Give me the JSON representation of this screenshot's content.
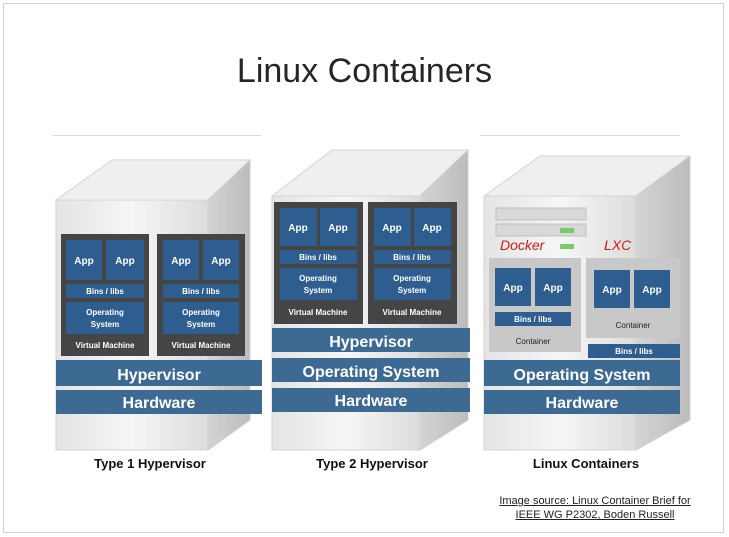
{
  "title": "Linux Containers",
  "labels": {
    "app": "App",
    "bins": "Bins / libs",
    "os_line1": "Operating",
    "os_line2": "System",
    "vm": "Virtual Machine",
    "hypervisor": "Hypervisor",
    "operating_system": "Operating System",
    "hardware": "Hardware",
    "container": "Container",
    "docker": "Docker",
    "lxc": "LXC"
  },
  "captions": [
    "Type 1 Hypervisor",
    "Type 2 Hypervisor",
    "Linux Containers"
  ],
  "source_line1": "Image source: Linux Container Brief for",
  "source_line2": "IEEE WG P2302, Boden Russell",
  "colors": {
    "band": "#3c6a92",
    "app": "#2e5e8f",
    "vm_bg": "#454545",
    "container_bg": "#c8c8c8",
    "accent_red": "#d11b1b"
  }
}
